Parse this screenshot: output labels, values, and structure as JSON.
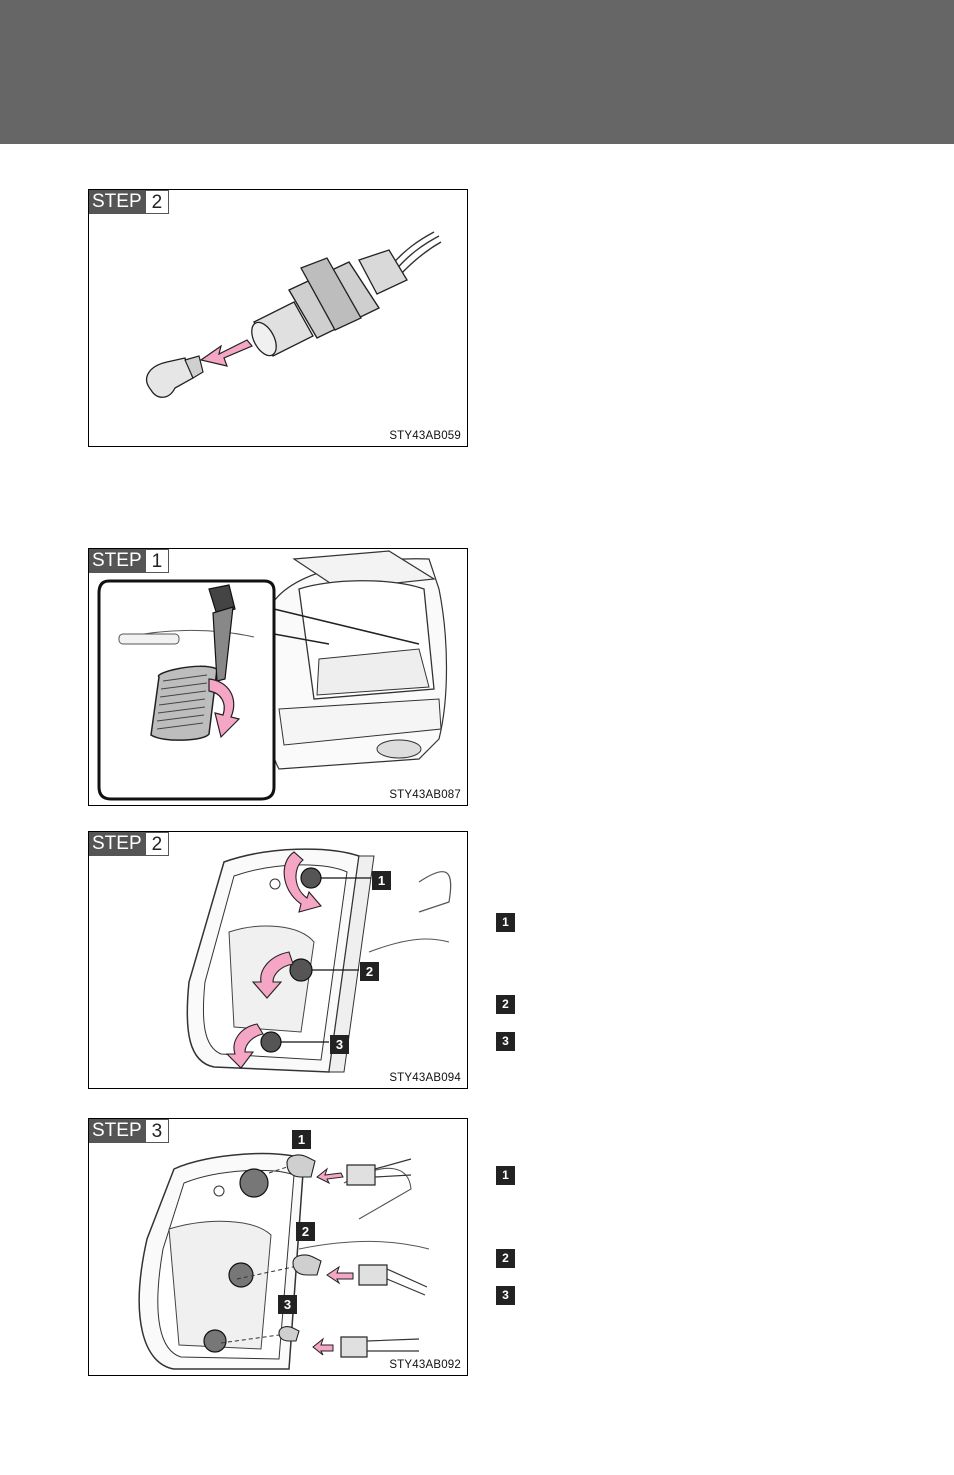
{
  "figures": [
    {
      "step_word": "STEP",
      "step_number": "2",
      "code": "STY43AB059"
    },
    {
      "step_word": "STEP",
      "step_number": "1",
      "code": "STY43AB087"
    },
    {
      "step_word": "STEP",
      "step_number": "2",
      "code": "STY43AB094",
      "callouts": [
        "1",
        "2",
        "3"
      ]
    },
    {
      "step_word": "STEP",
      "step_number": "3",
      "code": "STY43AB092",
      "callouts": [
        "1",
        "2",
        "3"
      ]
    }
  ],
  "side_markers": {
    "group_a": [
      "1",
      "2",
      "3"
    ],
    "group_b": [
      "1",
      "2",
      "3"
    ]
  },
  "colors": {
    "header": "#666666",
    "arrow_pink": "#f4a6c4",
    "step_tag": "#555555"
  }
}
